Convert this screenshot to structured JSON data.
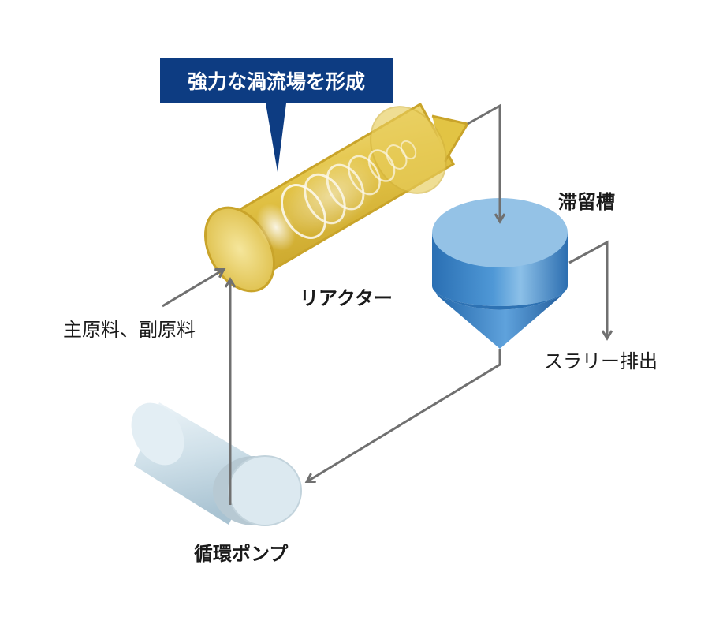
{
  "callout": {
    "text": "強力な渦流場を形成",
    "bg_color": "#0d3c82"
  },
  "components": {
    "reactor": {
      "label": "リアクター",
      "color": "#e6c84a"
    },
    "tank": {
      "label": "滞留槽",
      "color": "#3c86c7"
    },
    "pump": {
      "label": "循環ポンプ",
      "color": "#c9dce6"
    }
  },
  "flows": {
    "inputs": {
      "label": "主原料、副原料"
    },
    "slurry_output": {
      "label": "スラリー排出"
    }
  },
  "colors": {
    "arrow": "#707070"
  }
}
